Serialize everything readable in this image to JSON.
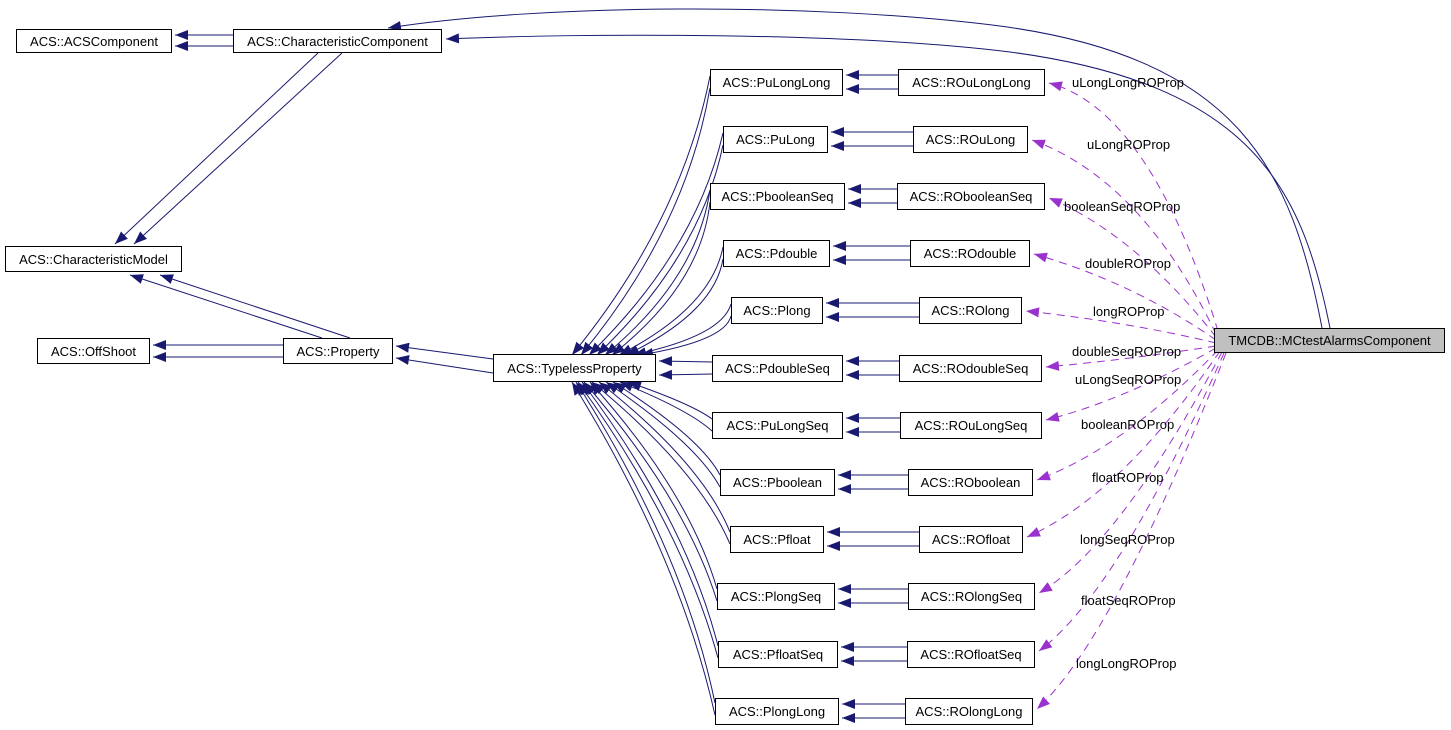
{
  "diagram": {
    "type": "doxygen-collaboration-graph",
    "highlighted_node": "TMCDB::MCtestAlarmsComponent",
    "colors": {
      "inheritance_edge": "#191970",
      "usage_edge": "#9a32cd",
      "node_border": "#000000",
      "node_fill": "#ffffff",
      "highlight_fill": "#c0c0c0",
      "label_text": "#000000",
      "background": "#ffffff"
    },
    "nodes": [
      {
        "id": "acs-acscomponent",
        "label": "ACS::ACSComponent"
      },
      {
        "id": "acs-characteristiccomponent",
        "label": "ACS::CharacteristicComponent"
      },
      {
        "id": "acs-characteristicmodel",
        "label": "ACS::CharacteristicModel"
      },
      {
        "id": "acs-offshoot",
        "label": "ACS::OffShoot"
      },
      {
        "id": "acs-property",
        "label": "ACS::Property"
      },
      {
        "id": "acs-typelessproperty",
        "label": "ACS::TypelessProperty"
      },
      {
        "id": "acs-pulonglong",
        "label": "ACS::PuLongLong"
      },
      {
        "id": "acs-roulonglong",
        "label": "ACS::ROuLongLong"
      },
      {
        "id": "acs-pulong",
        "label": "ACS::PuLong"
      },
      {
        "id": "acs-roulong",
        "label": "ACS::ROuLong"
      },
      {
        "id": "acs-pbooleanseq",
        "label": "ACS::PbooleanSeq"
      },
      {
        "id": "acs-robooleanseq",
        "label": "ACS::RObooleanSeq"
      },
      {
        "id": "acs-pdouble",
        "label": "ACS::Pdouble"
      },
      {
        "id": "acs-rodouble",
        "label": "ACS::ROdouble"
      },
      {
        "id": "acs-plong",
        "label": "ACS::Plong"
      },
      {
        "id": "acs-rolong",
        "label": "ACS::ROlong"
      },
      {
        "id": "acs-pdoubleseq",
        "label": "ACS::PdoubleSeq"
      },
      {
        "id": "acs-rodoubleseq",
        "label": "ACS::ROdoubleSeq"
      },
      {
        "id": "acs-pulongseq",
        "label": "ACS::PuLongSeq"
      },
      {
        "id": "acs-roulongseq",
        "label": "ACS::ROuLongSeq"
      },
      {
        "id": "acs-pboolean",
        "label": "ACS::Pboolean"
      },
      {
        "id": "acs-roboolean",
        "label": "ACS::ROboolean"
      },
      {
        "id": "acs-pfloat",
        "label": "ACS::Pfloat"
      },
      {
        "id": "acs-rofloat",
        "label": "ACS::ROfloat"
      },
      {
        "id": "acs-plongseq",
        "label": "ACS::PlongSeq"
      },
      {
        "id": "acs-rolongseq",
        "label": "ACS::ROlongSeq"
      },
      {
        "id": "acs-pfloatseq",
        "label": "ACS::PfloatSeq"
      },
      {
        "id": "acs-rofloatseq",
        "label": "ACS::ROfloatSeq"
      },
      {
        "id": "acs-plonglong",
        "label": "ACS::PlongLong"
      },
      {
        "id": "acs-rolonglong",
        "label": "ACS::ROlongLong"
      },
      {
        "id": "tmcdb-mctestalarmscomponent",
        "label": "TMCDB::MCtestAlarmsComponent"
      }
    ],
    "edge_labels": [
      {
        "text": "uLongLongROProp"
      },
      {
        "text": "uLongROProp"
      },
      {
        "text": "booleanSeqROProp"
      },
      {
        "text": "doubleROProp"
      },
      {
        "text": "longROProp"
      },
      {
        "text": "doubleSeqROProp"
      },
      {
        "text": "uLongSeqROProp"
      },
      {
        "text": "booleanROProp"
      },
      {
        "text": "floatROProp"
      },
      {
        "text": "longSeqROProp"
      },
      {
        "text": "floatSeqROProp"
      },
      {
        "text": "longLongROProp"
      }
    ]
  }
}
